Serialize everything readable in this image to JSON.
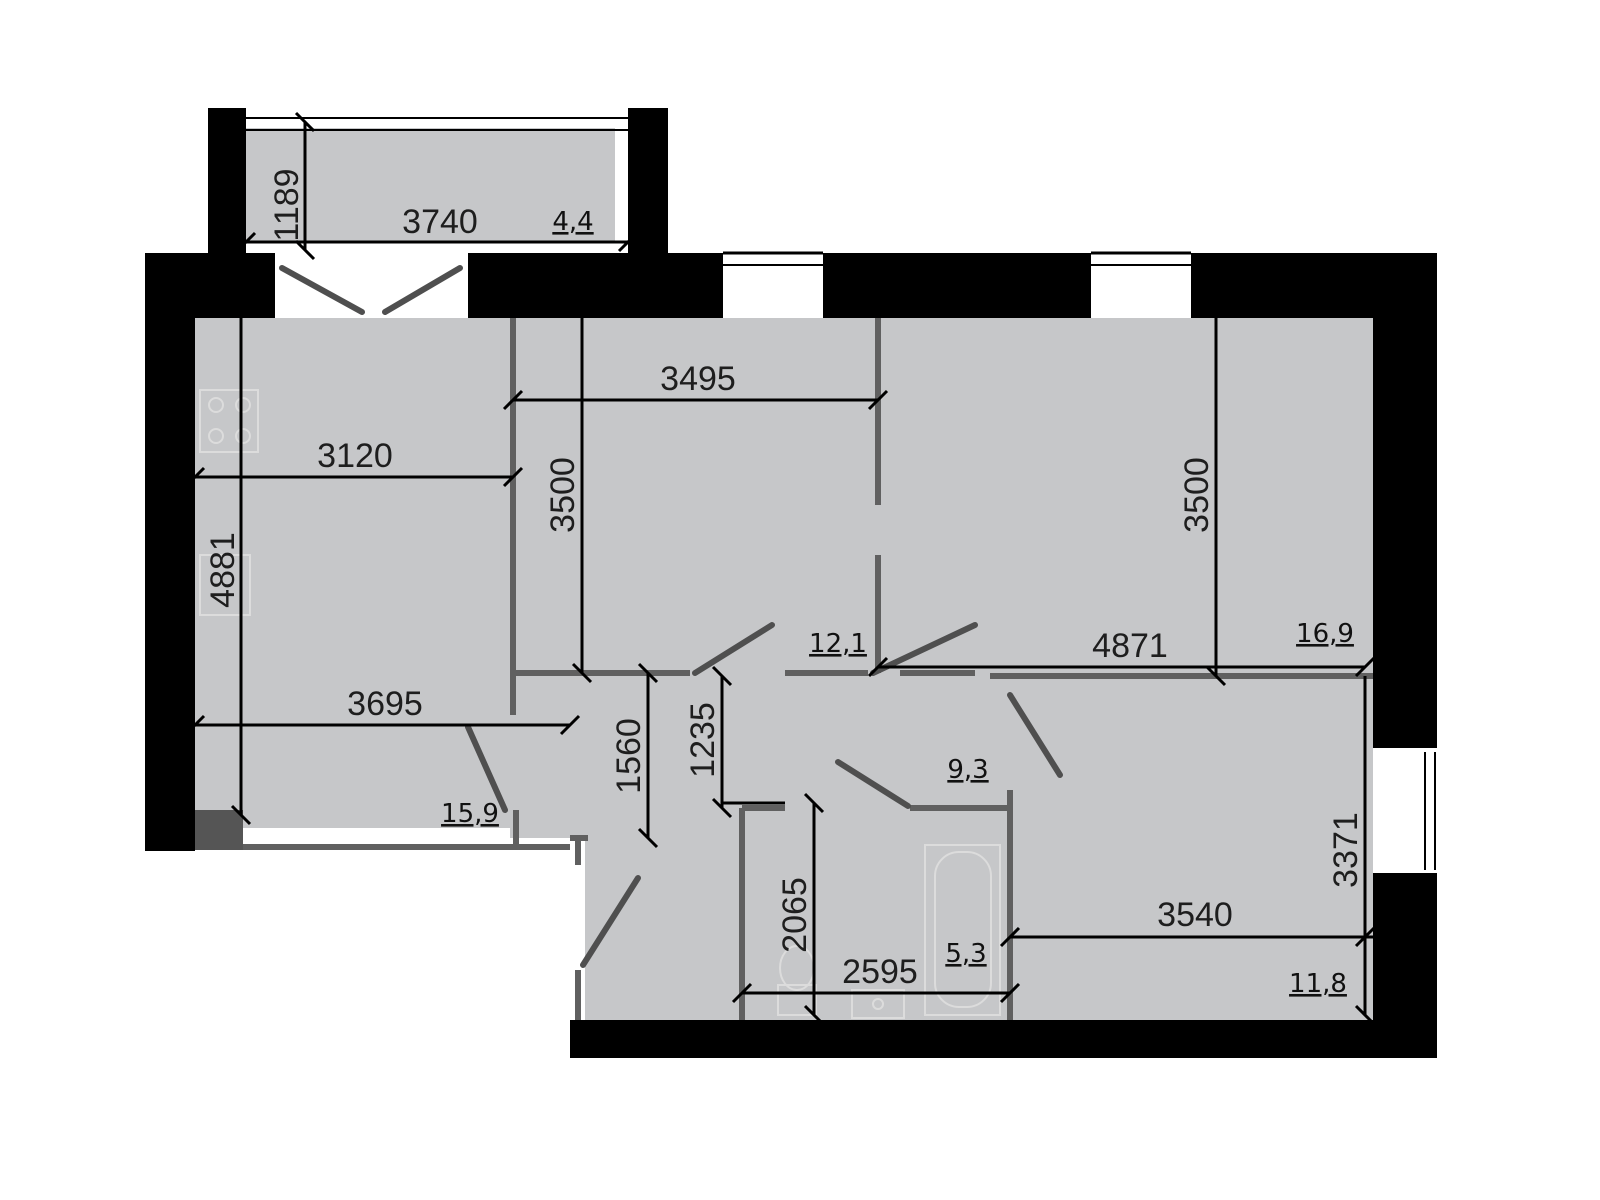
{
  "plan": {
    "areas": {
      "balcony": "4,4",
      "living_kitchen": "15,9",
      "bedroom_middle": "12,1",
      "bedroom_large": "16,9",
      "hall": "9,3",
      "bathroom": "5,3",
      "bedroom_corner": "11,8"
    },
    "dimensions": {
      "balcony_height": "1189",
      "balcony_width": "3740",
      "living_height": "4881",
      "living_width_top": "3120",
      "living_width_bottom": "3695",
      "middle_width": "3495",
      "middle_height": "3500",
      "large_height": "3500",
      "large_width": "4871",
      "corridor_length": "1560",
      "hall_height": "1235",
      "bath_height": "2065",
      "bath_width": "2595",
      "corner_height": "3371",
      "corner_width": "3540"
    }
  },
  "colors": {
    "wall": "#000000",
    "floor": "#c6c7c9",
    "interior_wall": "#606060",
    "dimension_line": "#000000"
  }
}
